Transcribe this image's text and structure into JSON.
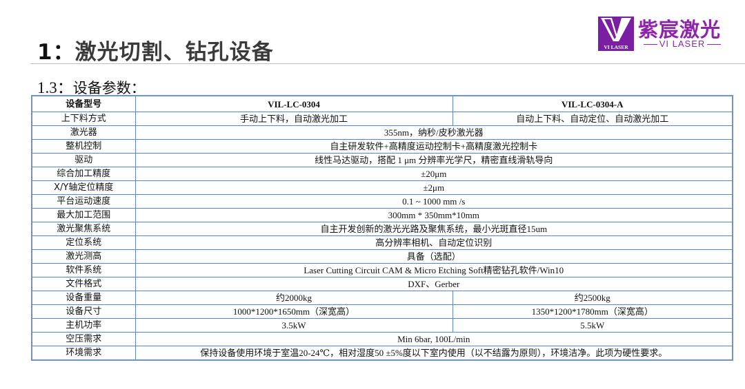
{
  "header": {
    "title_num": "1：",
    "title": "激光切割、钻孔设备",
    "subtitle_num": "1.3：",
    "subtitle": "设备参数："
  },
  "logo": {
    "brand_cn": "紫宸激光",
    "brand_en": "VI LASER",
    "mark_text": "VI LASER",
    "color": "#7b1fa2"
  },
  "table": {
    "header": {
      "label": "设备型号",
      "model_a": "VIL-LC-0304",
      "model_b": "VIL-LC-0304-A"
    },
    "rows": [
      {
        "label": "上下料方式",
        "a": "手动上下料，自动激光加工",
        "b": "自动上下料、自动定位、自动激光加工"
      },
      {
        "label": "激光器",
        "value": "355nm，纳秒/皮秒激光器"
      },
      {
        "label": "整机控制",
        "value": "自主研发软件+高精度运动控制卡+高精度激光控制卡"
      },
      {
        "label": "驱动",
        "value": "线性马达驱动，搭配 1 μm 分辨率光学尺，精密直线滑轨导向"
      },
      {
        "label": "综合加工精度",
        "value": "±20μm"
      },
      {
        "label": "X/Y轴定位精度",
        "value": "±2μm"
      },
      {
        "label": "平台运动速度",
        "value": "0.1 ~ 1000 mm /s"
      },
      {
        "label": "最大加工范围",
        "value": "300mm * 350mm*10mm"
      },
      {
        "label": "激光聚焦系统",
        "value": "自主开发创新的激光光路及聚焦系统，最小光斑直径15um"
      },
      {
        "label": "定位系统",
        "value": "高分辨率相机、自动定位识别"
      },
      {
        "label": "激光测高",
        "value": "具备（选配）"
      },
      {
        "label": "软件系统",
        "value": "Laser Cutting Circuit CAM & Micro Etching Soft精密钻孔软件/Win10"
      },
      {
        "label": "文件格式",
        "value": "DXF、Gerber"
      },
      {
        "label": "设备重量",
        "a": "约2000kg",
        "b": "约2500kg"
      },
      {
        "label": "设备尺寸",
        "a": "1000*1200*1650mm（深宽高）",
        "b": "1350*1200*1780mm（深宽高）"
      },
      {
        "label": "主机功率",
        "a": "3.5kW",
        "b": "5.5kW"
      },
      {
        "label": "空压需求",
        "value": "Min 6bar, 100L/min"
      },
      {
        "label": "环境需求",
        "value": "保持设备使用环境于室温20-24℃，相对湿度50 ±5%度以下室内使用（以不结露为原则），环境洁净。此项为硬性要求。"
      }
    ]
  }
}
